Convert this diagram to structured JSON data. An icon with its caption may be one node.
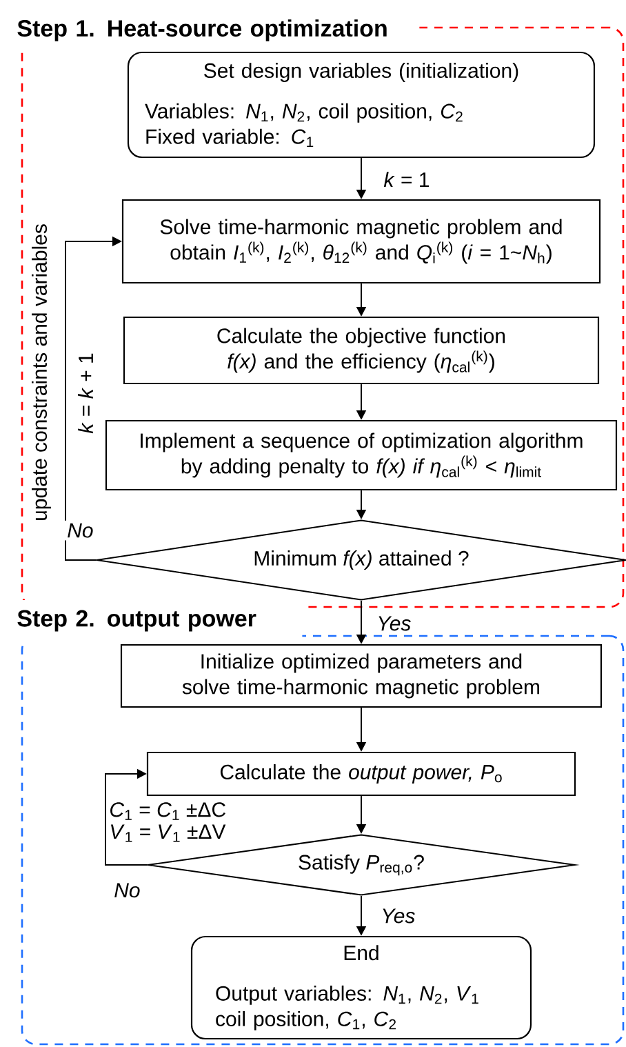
{
  "diagram": {
    "nodes": [
      {
        "text": [
          "Step 1. Heat-source optimization"
        ]
      },
      {
        "text": [
          "Set design variables (initialization)",
          "Variables: *N*$_{1}$, *N*$_{2}$, coil position, *C*$_{2}$",
          "Fixed variable: *C*$_{1}$"
        ],
        "in": 0
      },
      {
        "text": [
          "Solve time-harmonic magnetic problem and obtain *I*$_{1}$$^{(k)}$, *I*$_{2}$$^{(k)}$, *θ*$_{12}$$^{(k)}$ and *Q*$_{i}$$^{(k)}$ (*i* = 1~*N*$_{h}$)"
        ],
        "in": 0
      },
      {
        "text": [
          "Calculate the objective function *f(x)* and the efficiency (*η*$_{cal}$$^{(k)}$)"
        ],
        "in": 0
      },
      {
        "text": [
          "Implement a sequence of optimization algorithm by adding penalty to *f(x) if η*$_{cal}$$^{(k)}$ < *η*$_{limit}$"
        ],
        "in": 0
      },
      {
        "text": [
          "Minimum *f(x)* attained ?"
        ],
        "in": 0
      },
      {
        "text": [
          "Step 2. output power"
        ]
      },
      {
        "text": [
          "Initialize optimized parameters and solve time-harmonic magnetic problem"
        ],
        "in": 6
      },
      {
        "text": [
          "Calculate the *output power, P*$_{o}$"
        ],
        "in": 6
      },
      {
        "text": [
          "Satisfy *P*$_{req,o}$?"
        ],
        "in": 6
      },
      {
        "text": [
          "End",
          "Output variables: *N*$_{1}$, *N*$_{2}$, *V*$_{1}$ coil position, *C*$_{1}$, *C*$_{2}$"
        ],
        "in": 6
      }
    ],
    "edges": [
      {
        "from": 1,
        "to": 2,
        "arrow": "to",
        "label": "*k* = 1"
      },
      {
        "from": 2,
        "to": 3,
        "arrow": "to"
      },
      {
        "from": 3,
        "to": 4,
        "arrow": "to"
      },
      {
        "from": 4,
        "to": 5,
        "arrow": "to"
      },
      {
        "from": 5,
        "to": 2,
        "arrow": "to",
        "label": "No"
      },
      {
        "from": 5,
        "to": 7,
        "arrow": "to",
        "label": "Yes"
      },
      {
        "from": 7,
        "to": 8,
        "arrow": "to"
      },
      {
        "from": 8,
        "to": 9,
        "arrow": "to"
      },
      {
        "from": 9,
        "to": 8,
        "arrow": "to",
        "label": "No"
      },
      {
        "from": 9,
        "to": 10,
        "arrow": "to",
        "label": "Yes"
      }
    ],
    "labels": [
      "update constraints and variables",
      "*k* = *k* + 1",
      "*C*$_{1}$ = *C*$_{1}$ ±ΔC",
      "*V*$_{1}$ = *V*$_{1}$ ±ΔV"
    ]
  }
}
